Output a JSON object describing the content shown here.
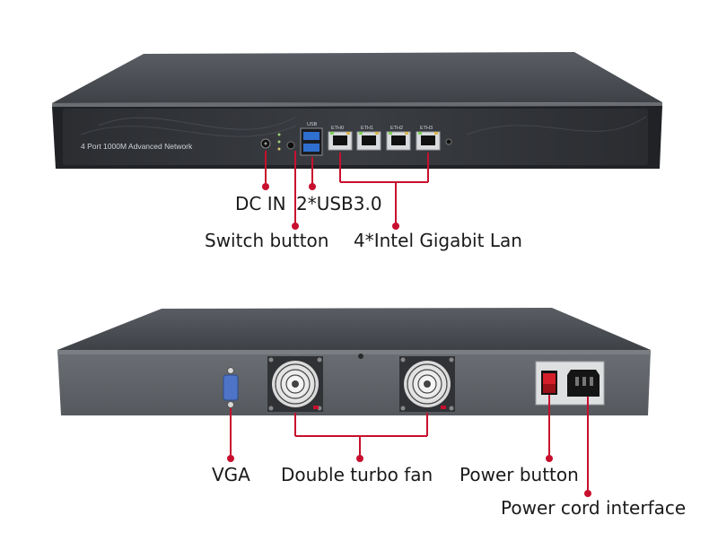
{
  "front_panel": {
    "brand_text": "4 Port 1000M Advanced Network",
    "usb_label": "USB",
    "port_labels": [
      "ETH0",
      "ETH1",
      "ETH2",
      "ETH3"
    ]
  },
  "callouts": {
    "dc_in": "DC IN",
    "usb": "2*USB3.0",
    "switch_button": "Switch button",
    "lan": "4*Intel Gigabit Lan",
    "vga": "VGA",
    "fan": "Double turbo fan",
    "power_button": "Power button",
    "power_cord": "Power cord interface"
  },
  "colors": {
    "accent": "#c8102e",
    "chassis": "#4a4d52",
    "text": "#1a1a1a"
  }
}
